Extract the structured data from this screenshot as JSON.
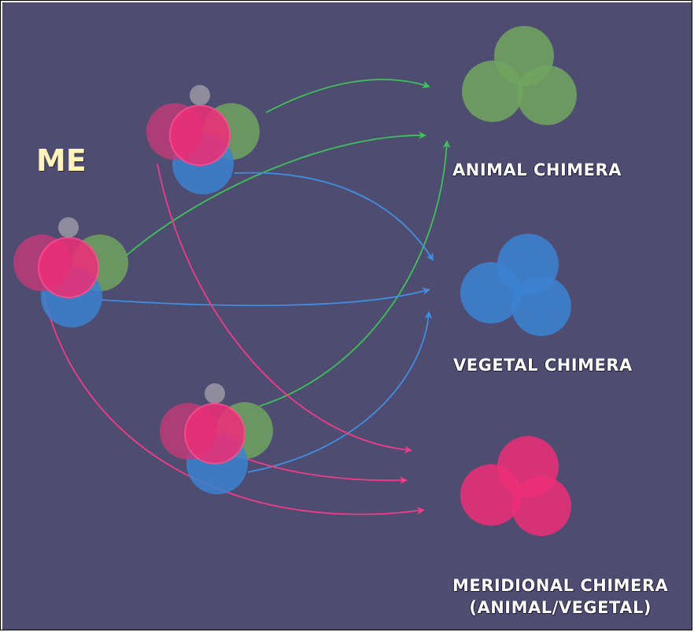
{
  "me_label": "ME",
  "labels": {
    "animal": "ANIMAL CHIMERA",
    "vegetal": "VEGETAL CHIMERA",
    "meridional_line1": "MERIDIONAL CHIMERA",
    "meridional_line2": "(ANIMAL/VEGETAL)"
  },
  "colors": {
    "background": "#4f4c72",
    "animal": "#6fa45e",
    "vegetal": "#3b82d0",
    "meridional": "#ec2f78",
    "polar_body": "#9a98a6"
  }
}
